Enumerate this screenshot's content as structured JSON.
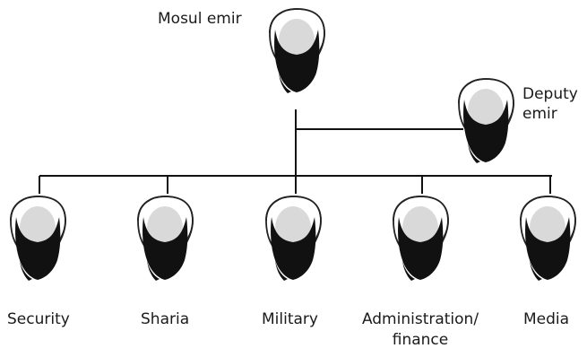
{
  "colors": {
    "line": "#111111",
    "beard": "#111111",
    "face": "#d9d9d9",
    "outline": "#222222"
  },
  "icon": "bearded-head-icon",
  "nodes": {
    "mosul_emir": "Mosul emir",
    "deputy_emir_line1": "Deputy",
    "deputy_emir_line2": "emir",
    "security": "Security",
    "sharia": "Sharia",
    "military": "Military",
    "admin_line1": "Administration/",
    "admin_line2": "finance",
    "media": "Media"
  }
}
